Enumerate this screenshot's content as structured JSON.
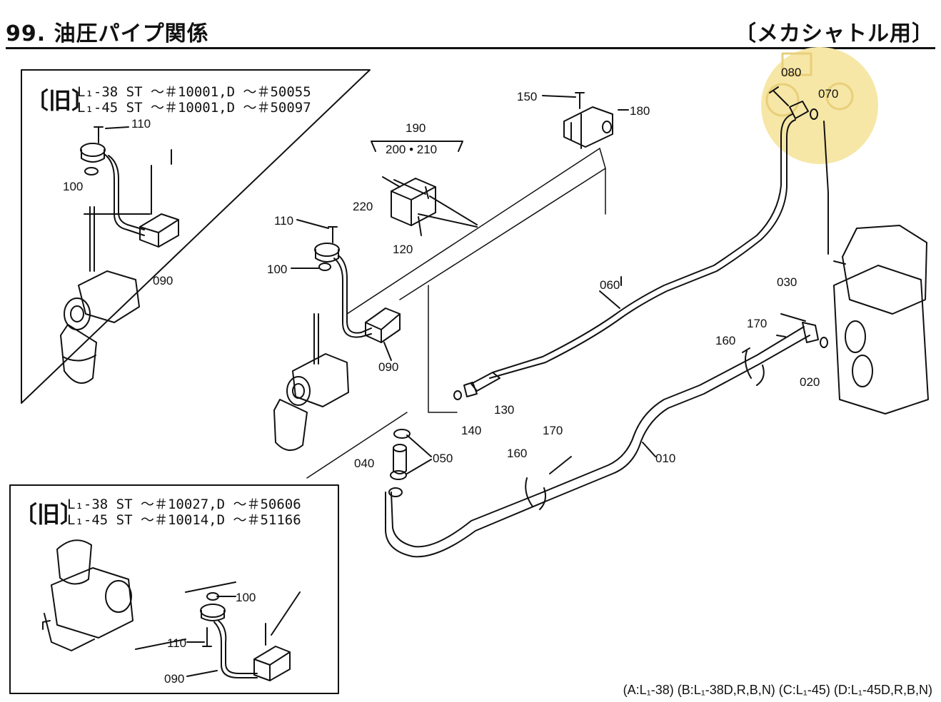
{
  "header": {
    "title": "99. 油圧パイプ関係",
    "mode": "〔メカシャトル用〕"
  },
  "inset_top": {
    "label": "〔旧〕",
    "line1": "L₁-38 ST ～＃10001,D ～＃50055",
    "line2": "L₁-45 ST ～＃10001,D ～＃50097"
  },
  "inset_bottom": {
    "label": "〔旧〕",
    "line1": "L₁-38 ST ～＃10027,D ～＃50606",
    "line2": "L₁-45 ST ～＃10014,D ～＃51166"
  },
  "callouts": {
    "c110_top": "110",
    "c100_top": "100",
    "c090_top": "090",
    "c190": "190",
    "c200_210": "200 • 210",
    "c220": "220",
    "c120": "120",
    "c150": "150",
    "c180": "180",
    "c080": "080",
    "c070": "070",
    "c110_main": "110",
    "c100_main": "100",
    "c090_main": "090",
    "c060": "060",
    "c030": "030",
    "c170_right": "170",
    "c160_right": "160",
    "c020": "020",
    "c130": "130",
    "c140": "140",
    "c040": "040",
    "c050": "050",
    "c170_mid": "170",
    "c160_mid": "160",
    "c010": "010",
    "c100_bot": "100",
    "c110_bot": "110",
    "c090_bot": "090"
  },
  "footer": "(A:L₁-38) (B:L₁-38D,R,B,N) (C:L₁-45) (D:L₁-45D,R,B,N)",
  "colors": {
    "line": "#111111",
    "watermark": "#f7e7a6"
  }
}
